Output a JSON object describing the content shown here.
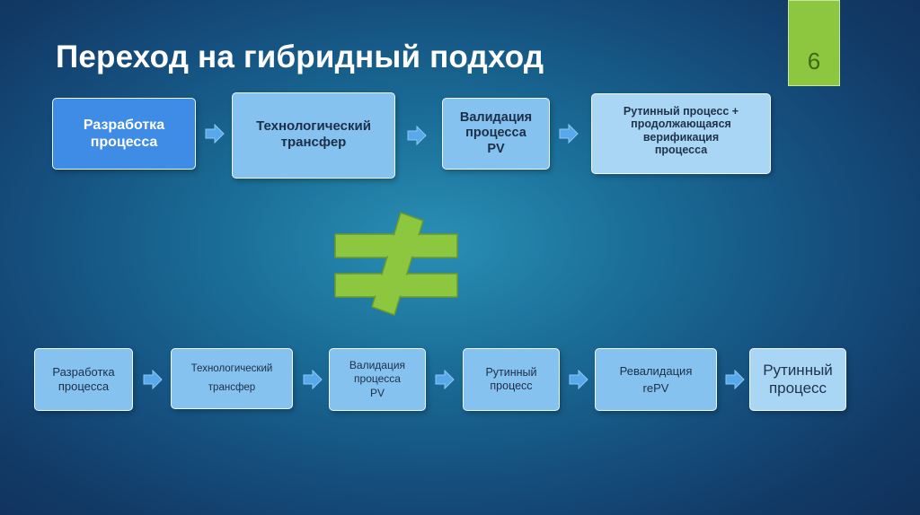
{
  "slide": {
    "title": "Переход на гибридный подход",
    "page_number": "6"
  },
  "flows": {
    "top": [
      {
        "label": "Разработка\nпроцесса"
      },
      {
        "label": "Технологический\nтрансфер"
      },
      {
        "label": "Валидация\nпроцесса\nPV"
      },
      {
        "label": "Рутинный процесс +\nпродолжающаяся\nверификация\nпроцесса"
      }
    ],
    "bottom": [
      {
        "label": "Разработка\nпроцесса"
      },
      {
        "label": "Технологический\nтрансфер"
      },
      {
        "label": "Валидация\nпроцесса\nPV"
      },
      {
        "label": "Рутинный\nпроцесс"
      },
      {
        "label": "Ревалидация\nrePV"
      },
      {
        "label": "Рутинный\nпроцесс"
      }
    ]
  },
  "icons": {
    "not_equal": "not-equal-icon",
    "arrow": "arrow-right-icon"
  },
  "colors": {
    "accent_green": "#8dc63f",
    "box_dark": "#3f8ce6",
    "box_light": "#86c2ef",
    "box_lighter": "#a9d6f5",
    "arrow": "#58a8ec"
  }
}
